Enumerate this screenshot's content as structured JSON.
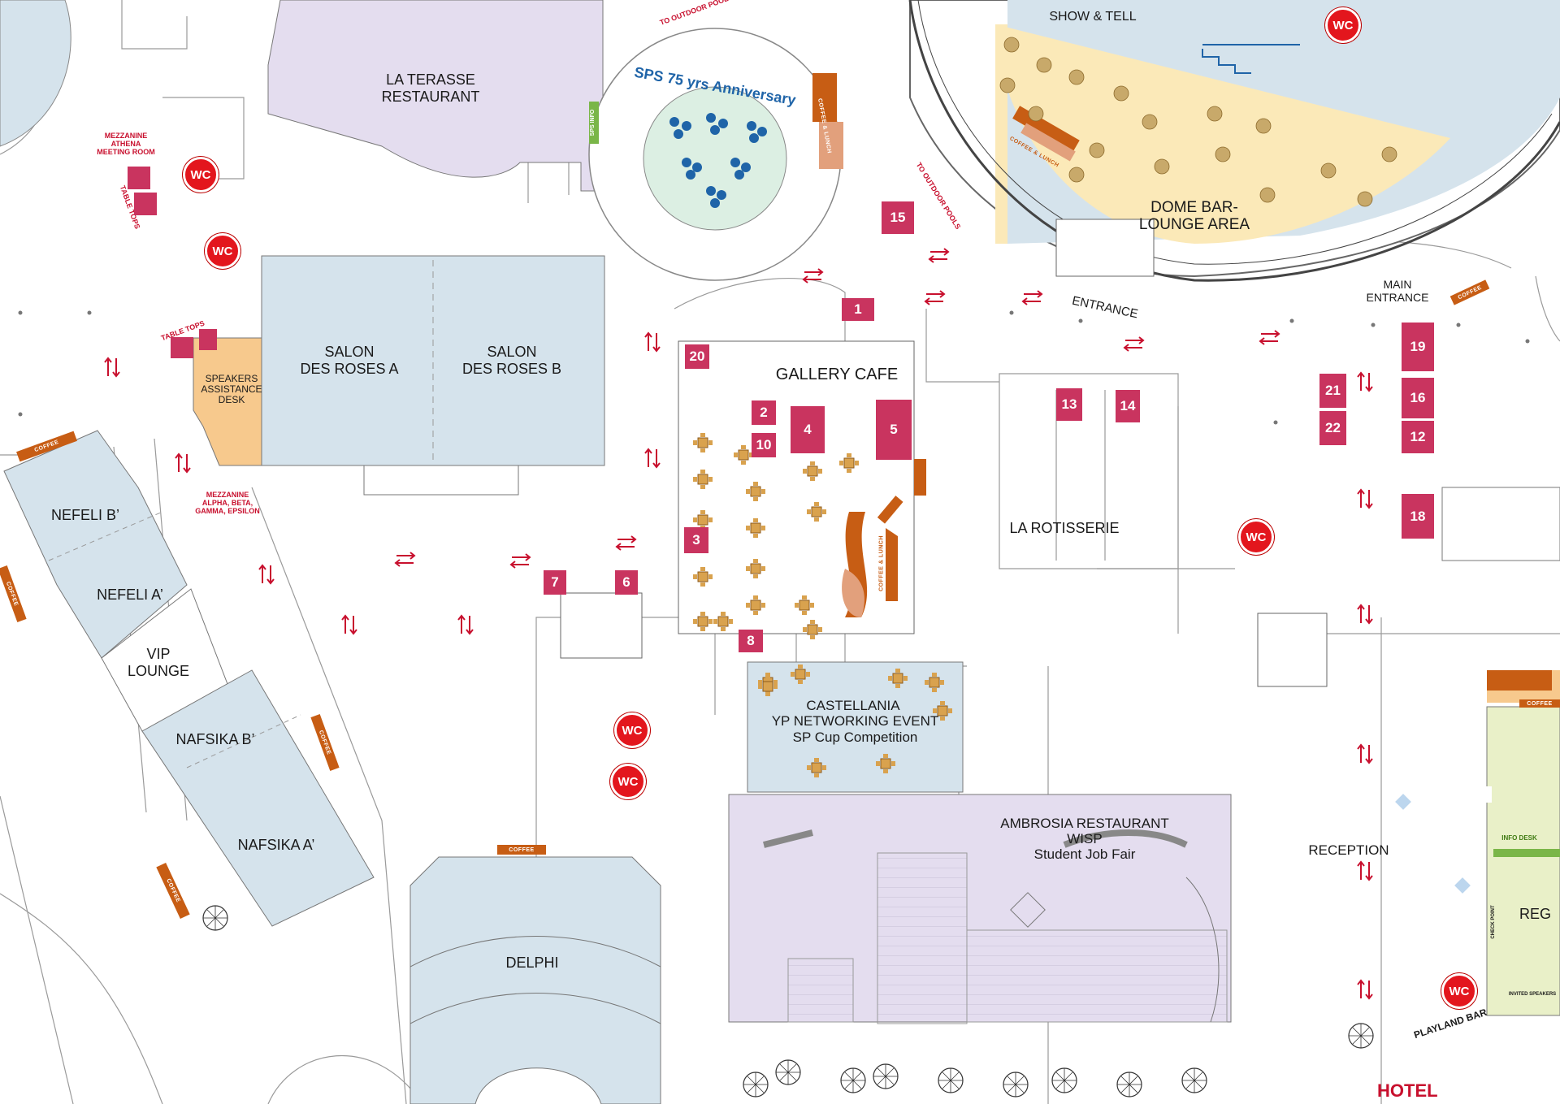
{
  "colors": {
    "lavender": "#e4ddef",
    "lightblue": "#d5e3ec",
    "peach": "#f7c98d",
    "sand": "#fbe9b8",
    "mint": "#dcefe3",
    "booth": "#c9345f",
    "wc": "#e3161d",
    "coffee": "#c75d14",
    "arrow": "#c8102e",
    "info": "#7ab648"
  },
  "rooms": {
    "la_terasse": "LA TERASSE\nRESTAURANT",
    "salon_a": "SALON\nDES ROSES A",
    "salon_b": "SALON\nDES ROSES B",
    "speakers": "SPEAKERS\nASSISTANCE\nDESK",
    "nefeli_b": "NEFELI B’",
    "nefeli_a": "NEFELI A’",
    "vip": "VIP\nLOUNGE",
    "nafsika_b": "NAFSIKA B’",
    "nafsika_a": "NAFSIKA A’",
    "delphi": "DELPHI",
    "gallery": "GALLERY CAFE",
    "rotisserie": "LA ROTISSERIE",
    "castellania": "CASTELLANIA",
    "castellania_sub1": "YP NETWORKING EVENT",
    "castellania_sub2": "SP Cup Competition",
    "ambrosia": "AMBROSIA RESTAURANT",
    "ambrosia_sub1": "WISP",
    "ambrosia_sub2": "Student Job Fair",
    "dome": "DOME BAR-\nLOUNGE AREA",
    "show": "SHOW & TELL",
    "entrance": "ENTRANCE",
    "main_entrance": "MAIN\nENTRANCE",
    "reception": "RECEPTION",
    "reg": "REG",
    "anniversary": "SPS 75 yrs Anniversary",
    "playland": "PLAYLAND BAR",
    "hotel": "HOTEL"
  },
  "small_labels": {
    "mezz_athena": "MEZZANINE\nATHENA\nMEETING ROOM",
    "mezz_alpha": "MEZZANINE\nALPHA, BETA,\nGAMMA, EPSILON",
    "table_tops": "TABLE TOPS",
    "to_pools_1": "TO OUTDOOR POOLS",
    "to_pools_2": "TO OUTDOOR POOLS",
    "sps_info": "SPS INFO",
    "info_desk": "INFO DESK",
    "check_point": "CHECK POINT",
    "invited": "INVITED SPEAKERS",
    "coffee": "COFFEE",
    "coffee_lunch": "COFFEE & LUNCH",
    "wc": "WC"
  },
  "booths": [
    "1",
    "2",
    "3",
    "4",
    "5",
    "6",
    "7",
    "8",
    "10",
    "12",
    "13",
    "14",
    "15",
    "16",
    "18",
    "19",
    "20",
    "21",
    "22"
  ],
  "markers_alt": "up-down arrows mark walking directions"
}
